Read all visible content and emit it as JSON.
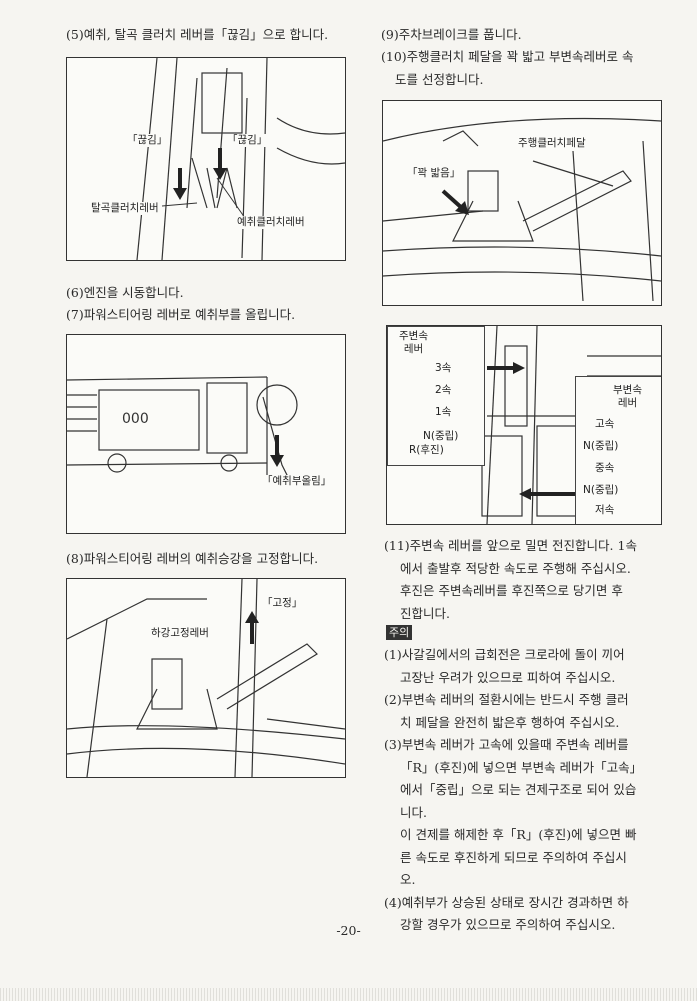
{
  "left": {
    "step5": "(5)예취, 탈곡 클러치 레버를「끊김」으로 합니다.",
    "fig1": {
      "label_cut_left": "「끊김」",
      "label_cut_right": "「끊김」",
      "label_thresh": "탈곡클러치레버",
      "label_mow": "예취클러치레버"
    },
    "step6": "(6)엔진을 시동합니다.",
    "step7": "(7)파워스티어링 레버로 예취부를 올립니다.",
    "fig2": {
      "label_raise": "「예취부올림」"
    },
    "step8": "(8)파워스티어링 레버의 예취승강을 고정합니다.",
    "fig3": {
      "label_fix": "「고정」",
      "label_lock_lever": "하강고정레버"
    }
  },
  "right": {
    "step9": "(9)주차브레이크를 풉니다.",
    "step10": [
      "(10)주행클러치 페달을 꽉 밟고 부변속레버로 속",
      "도를 선정합니다."
    ],
    "fig4": {
      "label_pedal": "주행클러치페달",
      "label_press": "「꽉 밟음」"
    },
    "fig5": {
      "main_title": [
        "주변속",
        "레버"
      ],
      "main_gears": [
        "3속",
        "2속",
        "1속",
        "N(중립)",
        "R(후진)"
      ],
      "sub_title": [
        "부변속",
        "레버"
      ],
      "sub_gears": [
        "고속",
        "N(중립)",
        "중속",
        "N(중립)",
        "저속"
      ]
    },
    "step11": [
      "(11)주변속 레버를 앞으로 밀면 전진합니다. 1속",
      "에서 출발후 적당한 속도로 주행해 주십시오.",
      "후진은 주변속레버를 후진쪽으로 당기면 후",
      "진합니다."
    ],
    "caution_title": "주의",
    "notes": [
      [
        "(1)사갈길에서의 급회전은 크로라에 돌이 끼어",
        "고장난 우려가 있으므로 피하여 주십시오."
      ],
      [
        "(2)부변속 레버의 절환시에는 반드시 주행 클러",
        "치 페달을 완전히 밟은후 행하여 주십시오."
      ],
      [
        "(3)부변속 레버가 고속에 있을때 주변속 레버를",
        "「R」(후진)에 넣으면 부변속 레버가「고속」",
        "에서「중립」으로 되는 견제구조로 되어 있습",
        "니다.",
        "이 견제를 해제한 후「R」(후진)에 넣으면 빠",
        "른 속도로 후진하게 되므로 주의하여 주십시",
        "오."
      ],
      [
        "(4)예취부가 상승된 상태로 장시간 경과하면 하",
        "강할 경우가 있으므로 주의하여 주십시오."
      ]
    ]
  },
  "page_number": "-20-"
}
